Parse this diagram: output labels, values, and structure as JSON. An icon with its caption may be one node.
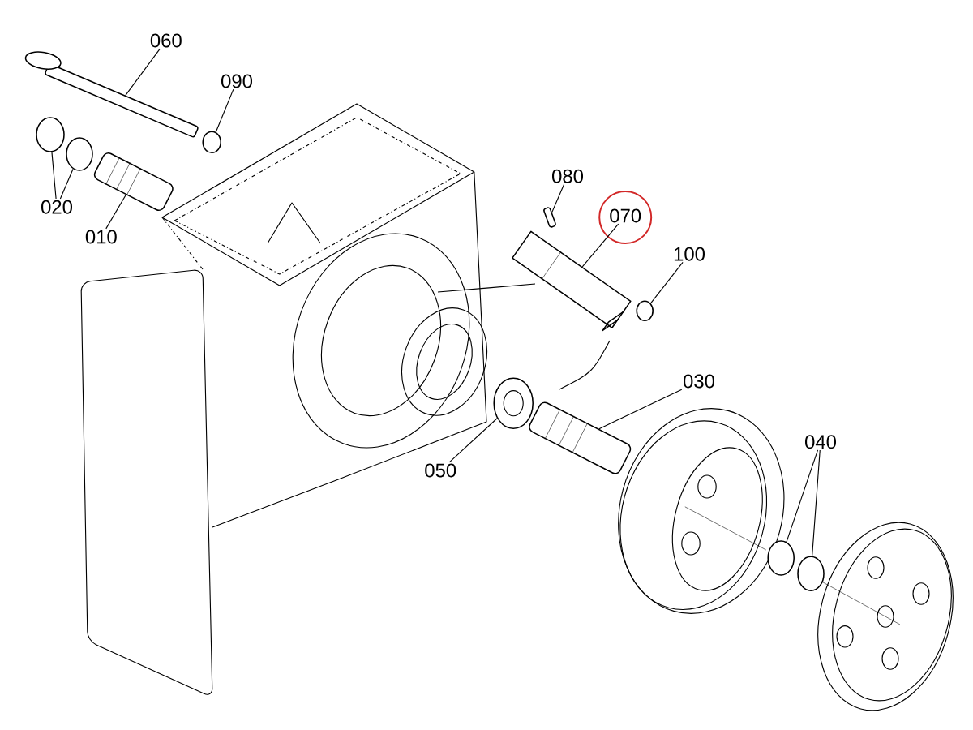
{
  "diagram": {
    "nodes": [
      {
        "text": [
          "060"
        ]
      },
      {
        "text": [],
        "shape": "bar"
      },
      {
        "text": [
          "090"
        ]
      },
      {
        "text": [],
        "shape": "circle"
      },
      {
        "text": [],
        "shape": "circle"
      },
      {
        "text": [],
        "shape": "circle"
      },
      {
        "text": [
          "020"
        ]
      },
      {
        "text": [],
        "shape": "cylinder"
      },
      {
        "text": [
          "010"
        ]
      },
      {
        "text": [
          "080"
        ]
      },
      {
        "text": [],
        "shape": "bar"
      },
      {
        "text": [
          "070"
        ]
      },
      {
        "text": [],
        "shape": "picture"
      },
      {
        "text": [
          "100"
        ]
      },
      {
        "text": [],
        "shape": "circle"
      },
      {
        "text": [
          "030"
        ]
      },
      {
        "text": [],
        "shape": "cylinder"
      },
      {
        "text": [
          "050"
        ]
      },
      {
        "text": [],
        "shape": "circle"
      },
      {
        "text": [
          "040"
        ]
      },
      {
        "text": [],
        "shape": "circle"
      },
      {
        "text": [],
        "shape": "circle"
      }
    ],
    "edges": [
      {
        "from": 0,
        "to": 1,
        "arrow": "none"
      },
      {
        "from": 2,
        "to": 3,
        "arrow": "none"
      },
      {
        "from": 6,
        "to": 4,
        "arrow": "none"
      },
      {
        "from": 6,
        "to": 5,
        "arrow": "none"
      },
      {
        "from": 8,
        "to": 7,
        "arrow": "none"
      },
      {
        "from": 9,
        "to": 10,
        "arrow": "none"
      },
      {
        "from": 11,
        "to": 12,
        "arrow": "none"
      },
      {
        "from": 13,
        "to": 14,
        "arrow": "none"
      },
      {
        "from": 15,
        "to": 16,
        "arrow": "none"
      },
      {
        "from": 17,
        "to": 18,
        "arrow": "none"
      },
      {
        "from": 19,
        "to": 20,
        "arrow": "none"
      },
      {
        "from": 19,
        "to": 21,
        "arrow": "none"
      }
    ]
  }
}
